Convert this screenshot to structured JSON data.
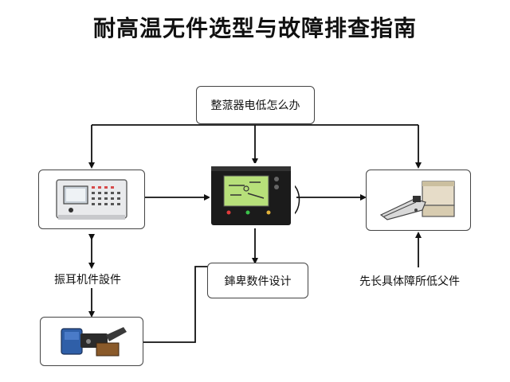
{
  "title": "耐高温无件选型与故障排查指南",
  "nodes": {
    "top": {
      "label": "整蒎器电低怎么办"
    },
    "middle": {
      "label": "鋛卑数件设计"
    },
    "left_label": {
      "label": "振耳机件設件"
    },
    "right_label": {
      "label": "先长具体障所低父件"
    }
  },
  "devices": {
    "left_panel": "control-panel",
    "center_unit": "controller-unit",
    "right_machine": "industrial-machine",
    "bottom_tool": "hand-tool"
  },
  "colors": {
    "line": "#111111",
    "box_border": "#444444",
    "screen_green": "#b7e07a",
    "tool_blue": "#2f5fa8"
  }
}
